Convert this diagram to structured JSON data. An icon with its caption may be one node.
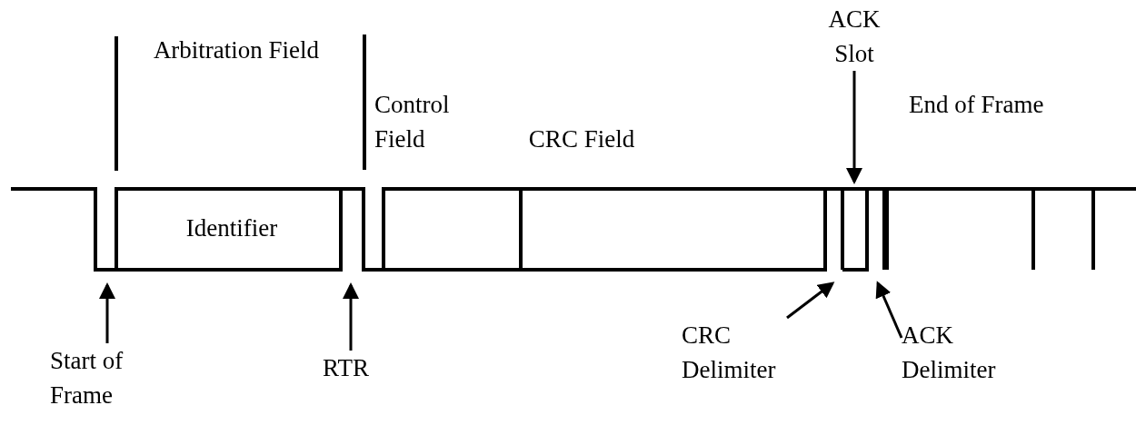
{
  "diagram": {
    "nodes": [
      {
        "text": [
          "Start of Frame"
        ]
      },
      {
        "text": [
          "RTR"
        ]
      },
      {
        "text": [
          "CRC Delimiter"
        ]
      },
      {
        "text": [
          "ACK Delimiter"
        ]
      },
      {
        "text": [
          "ACK Slot"
        ]
      }
    ],
    "edges": [
      {
        "from": 0,
        "to": null,
        "arrow": "to"
      },
      {
        "from": 1,
        "to": null,
        "arrow": "to"
      },
      {
        "from": 2,
        "to": null,
        "arrow": "to"
      },
      {
        "from": 3,
        "to": null,
        "arrow": "to"
      },
      {
        "from": 4,
        "to": null,
        "arrow": "to"
      }
    ],
    "labels": [
      "Arbitration Field",
      "Control Field",
      "CRC Field",
      "End of Frame",
      "Identifier"
    ]
  }
}
